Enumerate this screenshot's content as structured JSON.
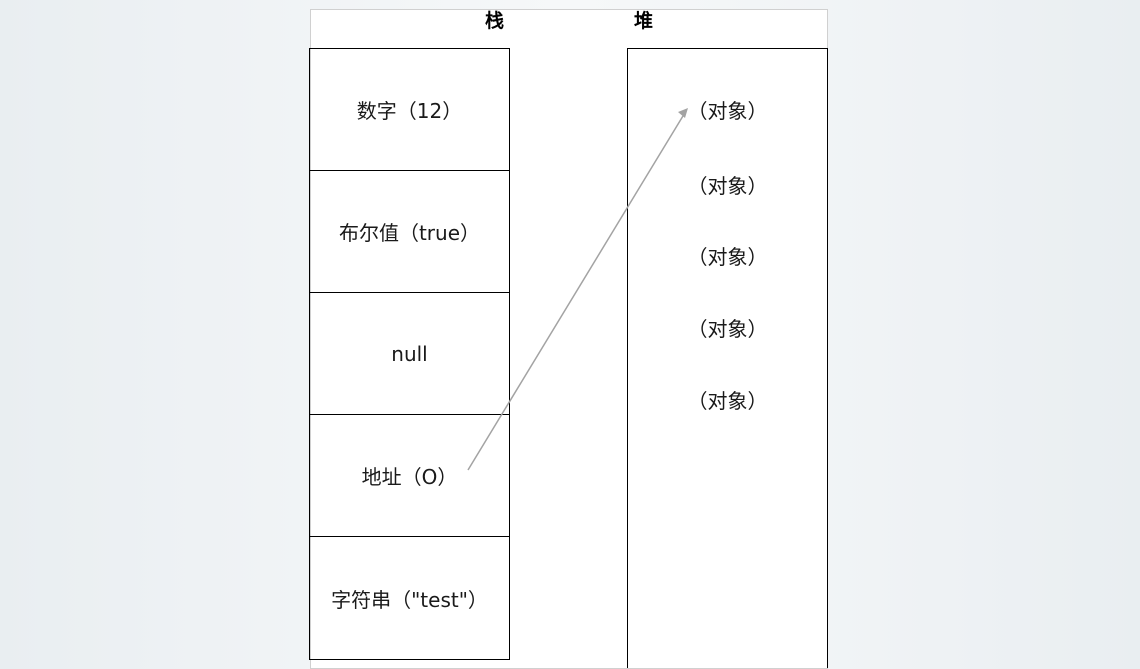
{
  "stack": {
    "title": "栈",
    "cells": [
      {
        "label": "数字（12）"
      },
      {
        "label": "布尔值（true）"
      },
      {
        "label": "null"
      },
      {
        "label": "地址（O）"
      },
      {
        "label": "字符串（\"test\"）"
      }
    ]
  },
  "heap": {
    "title": "堆",
    "items": [
      {
        "label": "（对象）"
      },
      {
        "label": "（对象）"
      },
      {
        "label": "（对象）"
      },
      {
        "label": "（对象）"
      },
      {
        "label": "（对象）"
      }
    ]
  },
  "reference_arrow": {
    "from": "地址（O）",
    "to": "（对象）",
    "color": "#a3a3a3"
  }
}
